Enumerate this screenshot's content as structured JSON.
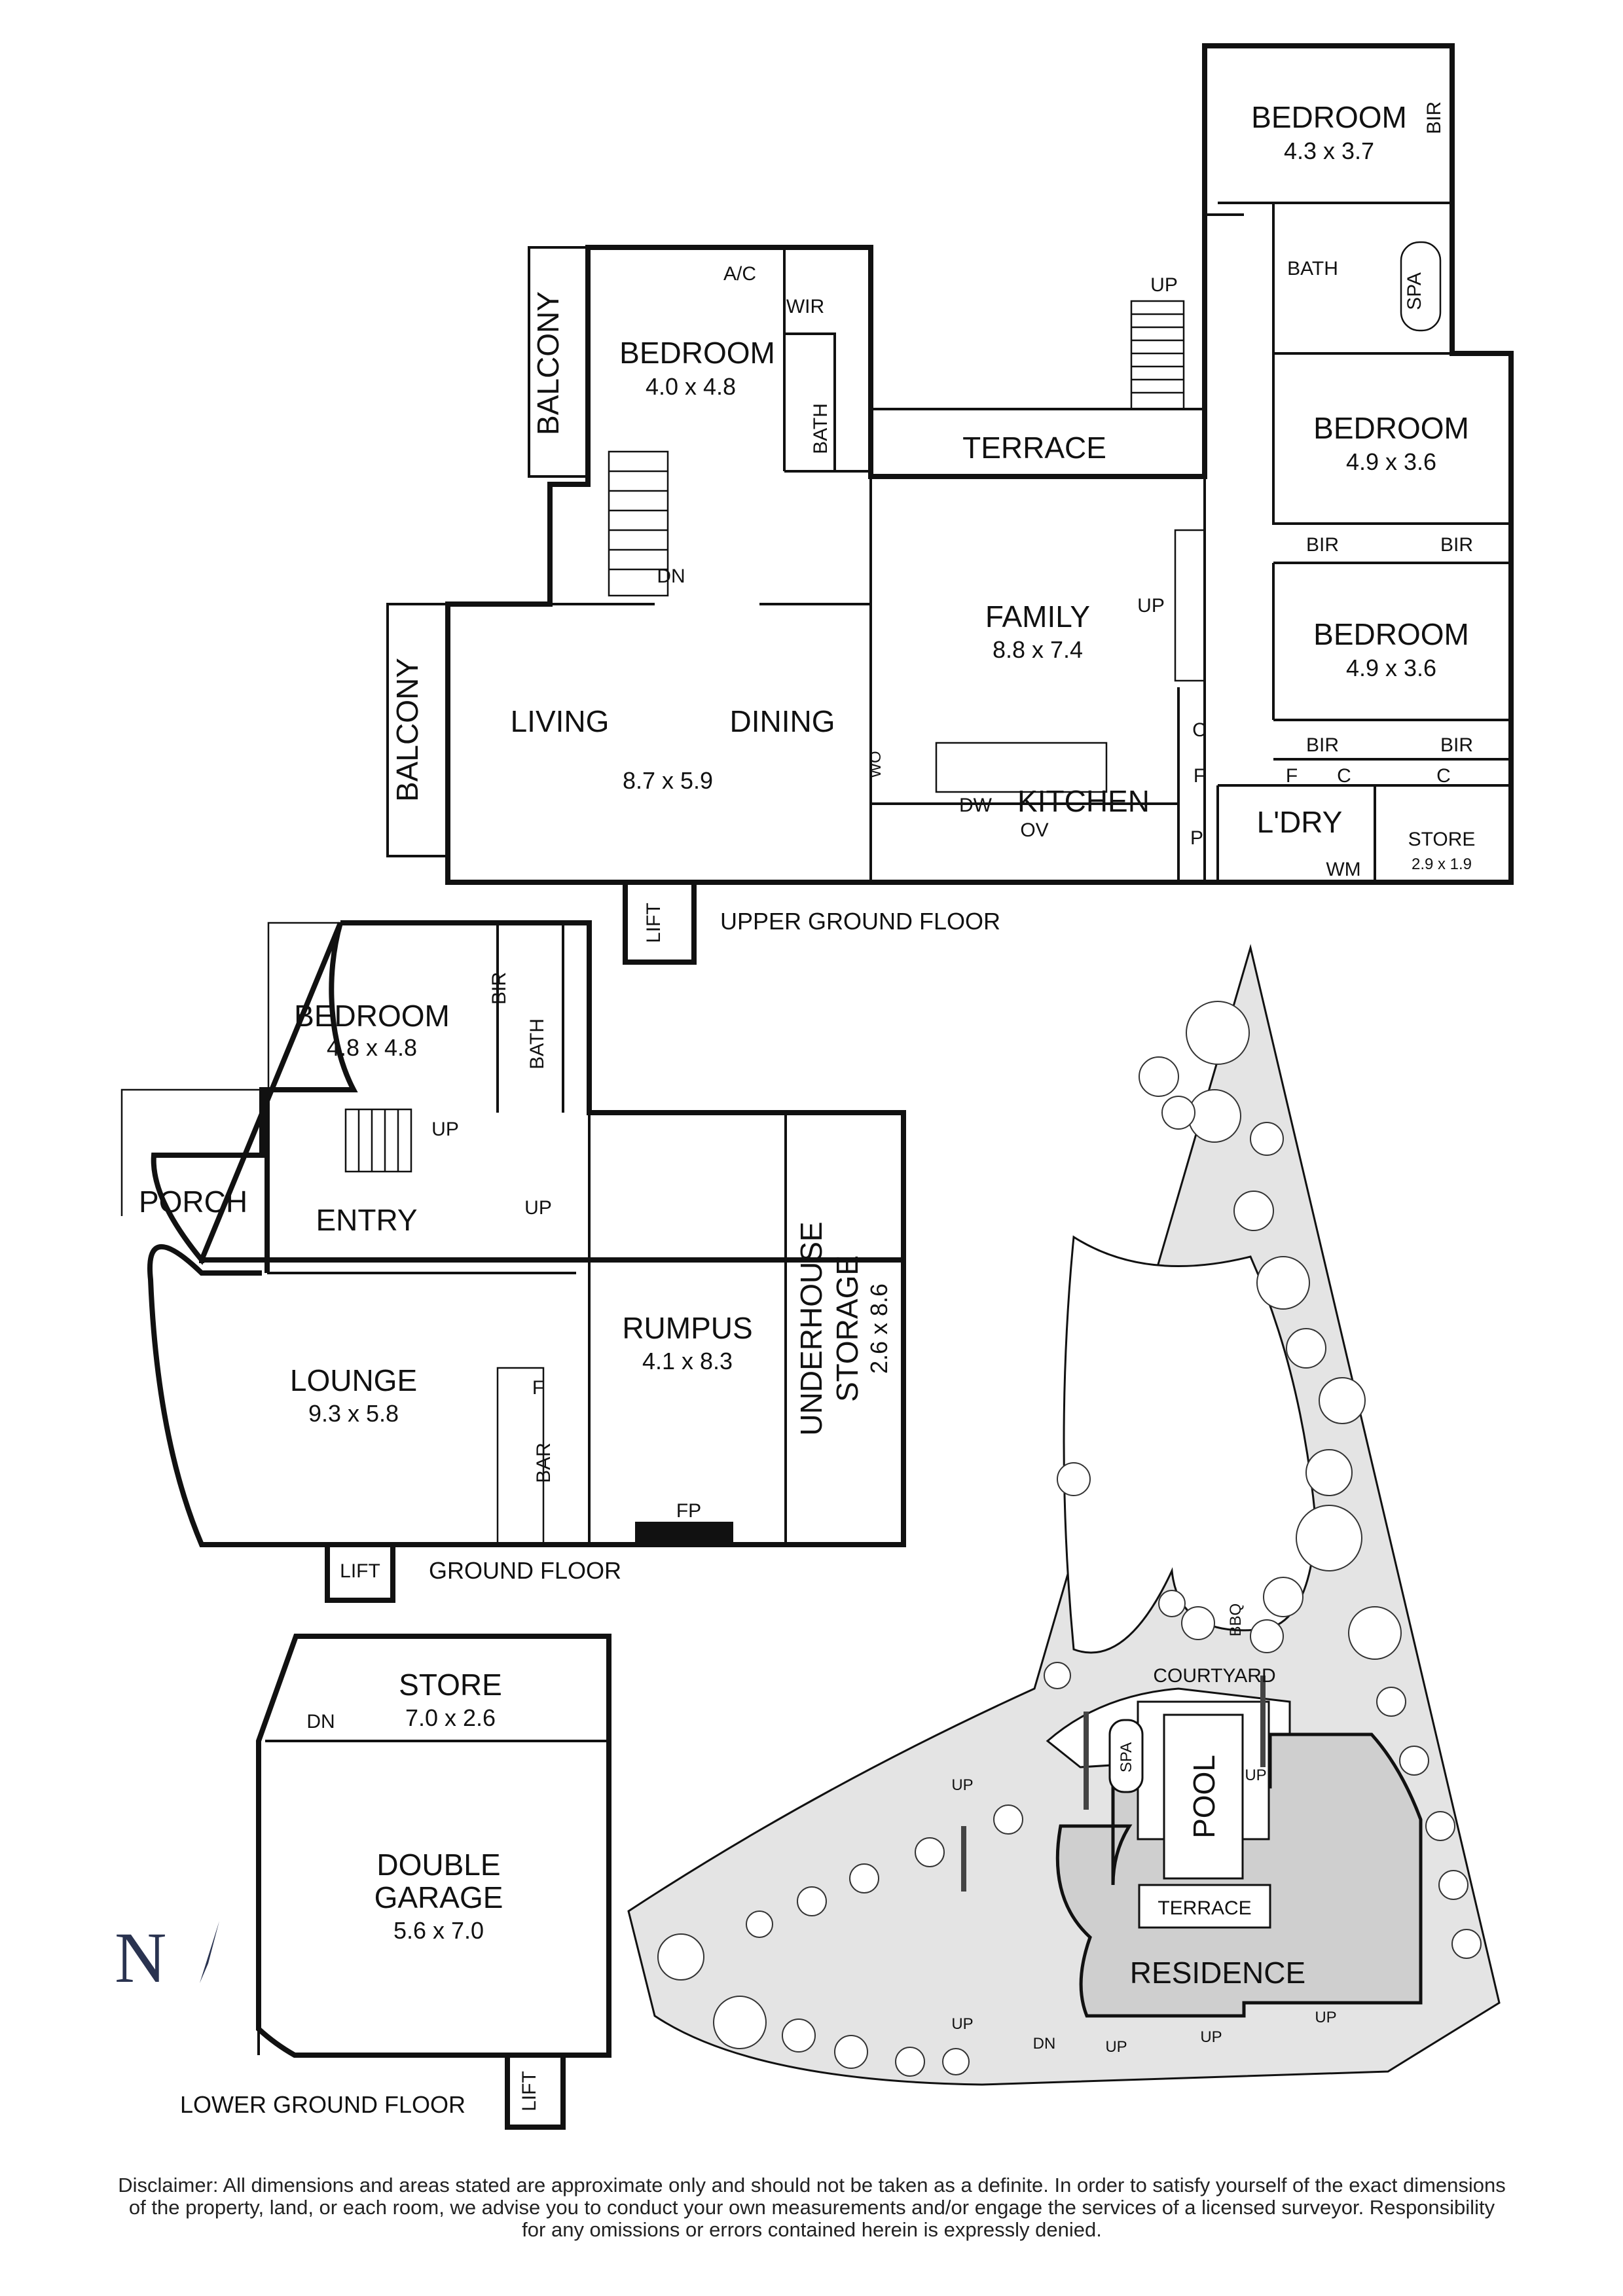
{
  "upper": {
    "floor_label": "UPPER GROUND FLOOR",
    "bedroom1": {
      "name": "BEDROOM",
      "dim": "4.3 x 3.7"
    },
    "bedroom2": {
      "name": "BEDROOM",
      "dim": "4.0 x 4.8"
    },
    "bedroom3": {
      "name": "BEDROOM",
      "dim": "4.9 x 3.6"
    },
    "bedroom4": {
      "name": "BEDROOM",
      "dim": "4.9 x 3.6"
    },
    "family": {
      "name": "FAMILY",
      "dim": "8.8 x 7.4"
    },
    "living": "LIVING",
    "dining": "DINING",
    "living_dim": "8.7 x 5.9",
    "kitchen": "KITCHEN",
    "laundry": "L'DRY",
    "store": {
      "name": "STORE",
      "dim": "2.9 x 1.9"
    },
    "terrace": "TERRACE",
    "balcony": "BALCONY",
    "bath": "BATH",
    "spa": "SPA",
    "wir": "WIR",
    "ac": "A/C",
    "bir": "BIR",
    "up": "UP",
    "dn": "DN",
    "lift": "LIFT",
    "c": "C",
    "f": "F",
    "p": "P",
    "wm": "WM",
    "dw": "DW",
    "ov": "OV",
    "wo": "WO"
  },
  "ground": {
    "floor_label": "GROUND FLOOR",
    "bedroom": {
      "name": "BEDROOM",
      "dim": "4.8 x 4.8"
    },
    "porch": "PORCH",
    "entry": "ENTRY",
    "lounge": {
      "name": "LOUNGE",
      "dim": "9.3 x 5.8"
    },
    "rumpus": {
      "name": "RUMPUS",
      "dim": "4.1 x 8.3"
    },
    "underhouse_line1": "UNDERHOUSE",
    "underhouse_line2": "STORAGE",
    "underhouse_dim": "2.6 x 8.6",
    "bar": "BAR",
    "bath": "BATH",
    "bir": "BIR",
    "fp": "FP",
    "f": "F",
    "up": "UP",
    "lift": "LIFT"
  },
  "lower": {
    "floor_label": "LOWER GROUND FLOOR",
    "store": {
      "name": "STORE",
      "dim": "7.0 x 2.6"
    },
    "garage_line1": "DOUBLE",
    "garage_line2": "GARAGE",
    "garage_dim": "5.6 x 7.0",
    "dn": "DN",
    "lift": "LIFT"
  },
  "site": {
    "courtyard": "COURTYARD",
    "pool": "POOL",
    "spa": "SPA",
    "terrace": "TERRACE",
    "residence": "RESIDENCE",
    "bbq": "BBQ",
    "up": "UP",
    "dn": "DN"
  },
  "compass": {
    "label": "N"
  },
  "disclaimer": {
    "line1": "Disclaimer: All dimensions and areas stated are approximate only and should not be taken as a definite. In order to satisfy yourself of the exact dimensions",
    "line2": "of the property, land, or each room, we advise you to conduct your own measurements and/or engage the services of a licensed surveyor. Responsibility",
    "line3": "for any omissions or errors contained herein is expressly denied."
  }
}
